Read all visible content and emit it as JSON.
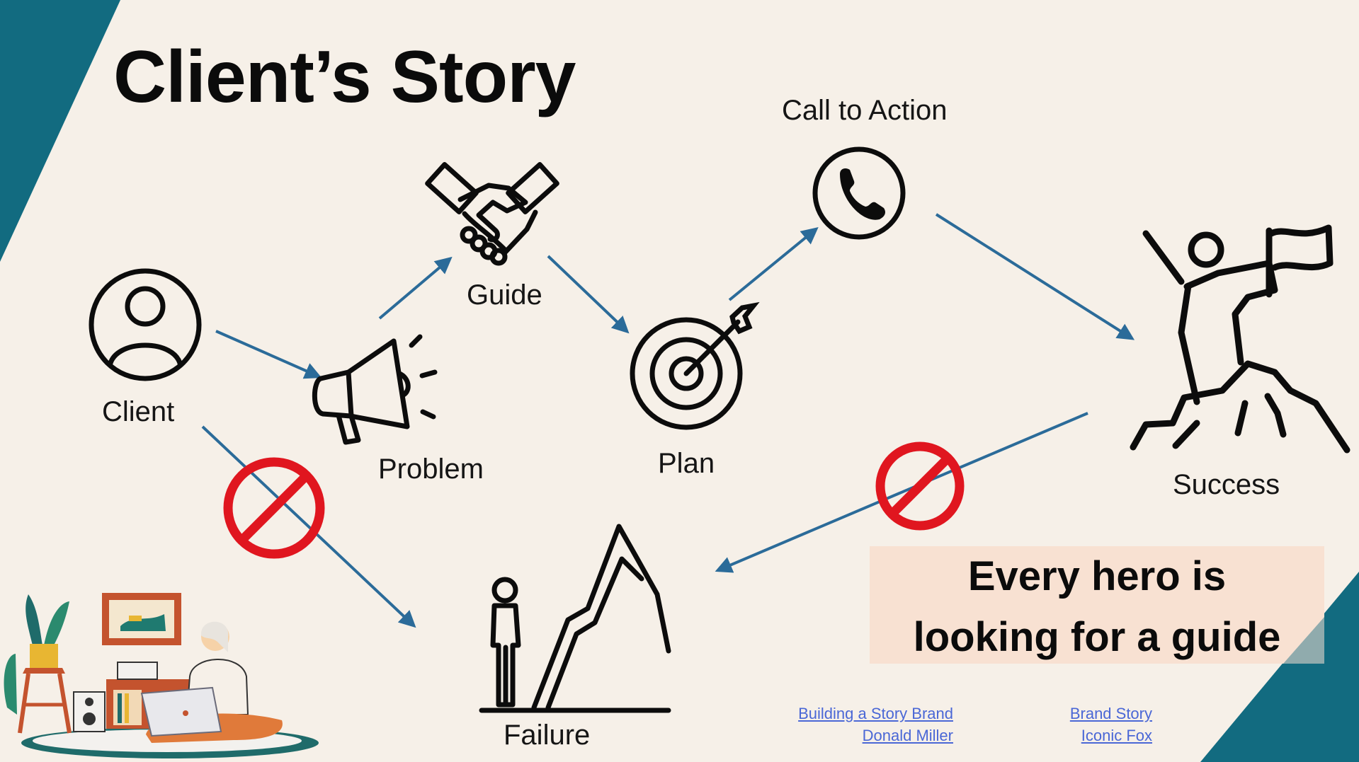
{
  "title": "Client’s Story",
  "nodes": {
    "client": "Client",
    "problem": "Problem",
    "guide": "Guide",
    "plan": "Plan",
    "call_to_action": "Call to Action",
    "success": "Success",
    "failure": "Failure"
  },
  "callout": {
    "line1": "Every hero is",
    "line2": "looking for a guide"
  },
  "references": [
    {
      "title": "Building a Story Brand",
      "author": "Donald Miller"
    },
    {
      "title": "Brand Story",
      "author": "Iconic Fox"
    }
  ],
  "colors": {
    "background": "#f6f0e8",
    "teal": "#126b80",
    "arrow": "#2b6b99",
    "prohibition": "#e0161f",
    "callout_bg": "#f8e1d2",
    "link": "#4a67d6"
  },
  "icons": [
    "person-circle-icon",
    "megaphone-icon",
    "handshake-icon",
    "target-icon",
    "phone-icon",
    "summit-flag-icon",
    "failure-mountain-icon",
    "no-entry-icon",
    "workspace-illustration"
  ]
}
